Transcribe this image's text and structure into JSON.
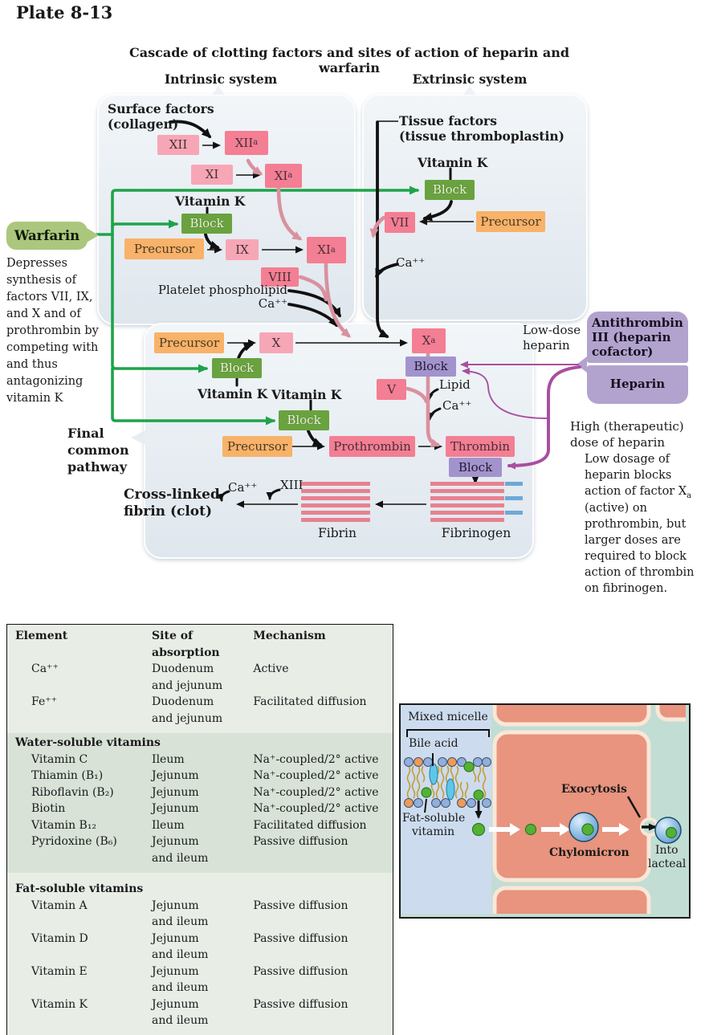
{
  "plate_label": "Plate 8-13",
  "colors": {
    "green_line": "#1fa34a",
    "block_green": "#69a23f",
    "factor_pink_light": "#f7a6b6",
    "factor_pink_active": "#f47e93",
    "precursor_orange": "#f8b269",
    "block_purple": "#a393cd",
    "heparin_purple": "#b2a3ce",
    "purple_line": "#a84fa0",
    "pink_arrow": "#d9919f",
    "warfarin_green": "#abc77d",
    "panel_blue": "#e7edf2",
    "table_band_green": "#d8e2d7",
    "fibrin_bar_pink": "#e8818f",
    "fibrin_bar_blue": "#6fa8d6"
  },
  "cascade": {
    "title": "Cascade of clotting factors and sites of action of heparin and warfarin",
    "intrinsic_label": "Intrinsic system",
    "extrinsic_label": "Extrinsic system",
    "surface_factors_1": "Surface factors",
    "surface_factors_2": "(collagen)",
    "tissue_factors_1": "Tissue factors",
    "tissue_factors_2": "(tissue thromboplastin)",
    "vitamin_k": "Vitamin K",
    "block_label": "Block",
    "precursor_label": "Precursor",
    "factors": {
      "xii": "XII",
      "xii_a_base": "XII",
      "xi": "XI",
      "xi_a_base": "XI",
      "ix": "IX",
      "ix_a_base": "XI",
      "x": "X",
      "x_a_base": "X",
      "v": "V",
      "vii": "VII",
      "viii": "VIII",
      "xiii": "XIII",
      "sub_a": "a"
    },
    "platelet_phospholipid": "Platelet phospholipid",
    "ca": "Ca⁺⁺",
    "lipid": "Lipid",
    "prothrombin": "Prothrombin",
    "thrombin": "Thrombin",
    "fibrin": "Fibrin",
    "fibrinogen": "Fibrinogen",
    "cross_linked_1": "Cross-linked",
    "cross_linked_2": "fibrin (clot)",
    "warfarin": "Warfarin",
    "warfarin_note": "Depresses synthesis of factors VII, IX, and X and of prothrombin by competing with and thus antagonizing vitamin K",
    "final_common_1": "Final common",
    "final_common_2": "pathway",
    "low_dose": "Low-dose heparin",
    "antithrombin": "Antithrombin III (heparin cofactor)",
    "heparin": "Heparin",
    "high_dose_1": "High (therapeutic)",
    "high_dose_2": "dose of heparin",
    "heparin_note_1": "Low dosage of heparin blocks action of factor X",
    "heparin_note_sub": "a",
    "heparin_note_2": " (active) on prothrombin, but larger doses are required to block action of thrombin on fibrinogen."
  },
  "table": {
    "headers": {
      "element": "Element",
      "site": "Site of absorption",
      "mechanism": "Mechanism"
    },
    "mineral_rows": [
      {
        "name": "Ca⁺⁺",
        "site1": "Duodenum",
        "site2": "and jejunum",
        "mech": "Active"
      },
      {
        "name": "Fe⁺⁺",
        "site1": "Duodenum",
        "site2": "and jejunum",
        "mech": "Facilitated diffusion"
      }
    ],
    "water_header": "Water-soluble vitamins",
    "water_rows": [
      {
        "name": "Vitamin C",
        "site1": "Ileum",
        "site2": "",
        "mech": "Na⁺-coupled/2° active"
      },
      {
        "name": "Thiamin (B₁)",
        "site1": "Jejunum",
        "site2": "",
        "mech": "Na⁺-coupled/2° active"
      },
      {
        "name": "Riboflavin (B₂)",
        "site1": "Jejunum",
        "site2": "",
        "mech": "Na⁺-coupled/2° active"
      },
      {
        "name": "Biotin",
        "site1": "Jejunum",
        "site2": "",
        "mech": "Na⁺-coupled/2° active"
      },
      {
        "name": "Vitamin B₁₂",
        "site1": "Ileum",
        "site2": "",
        "mech": "Facilitated diffusion"
      },
      {
        "name": "Pyridoxine (B₆)",
        "site1": "Jejunum",
        "site2": "and ileum",
        "mech": "Passive diffusion"
      }
    ],
    "fat_header": "Fat-soluble vitamins",
    "fat_rows": [
      {
        "name": "Vitamin A",
        "site1": "Jejunum",
        "site2": "and ileum",
        "mech": "Passive diffusion"
      },
      {
        "name": "Vitamin D",
        "site1": "Jejunum",
        "site2": "and ileum",
        "mech": "Passive diffusion"
      },
      {
        "name": "Vitamin E",
        "site1": "Jejunum",
        "site2": "and ileum",
        "mech": "Passive diffusion"
      },
      {
        "name": "Vitamin K",
        "site1": "Jejunum",
        "site2": "and ileum",
        "mech": "Passive diffusion"
      }
    ]
  },
  "micelle": {
    "mixed_micelle": "Mixed micelle",
    "bile_acid": "Bile acid",
    "fat_soluble_1": "Fat-soluble",
    "fat_soluble_2": "vitamin",
    "exocytosis": "Exocytosis",
    "chylomicron": "Chylomicron",
    "into_1": "Into",
    "into_2": "lacteal"
  }
}
